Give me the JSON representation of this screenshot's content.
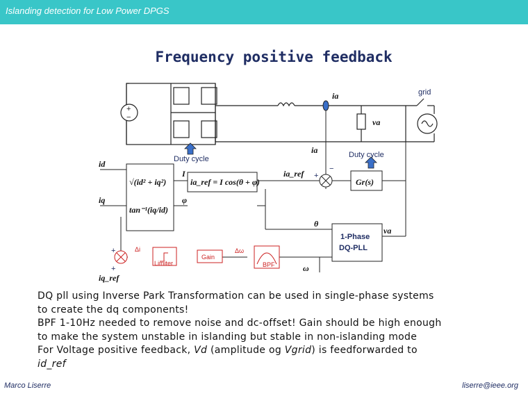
{
  "header": {
    "title": "Islanding detection for Low Power DPGS"
  },
  "slide": {
    "title": "Frequency positive feedback"
  },
  "diagram": {
    "labels": {
      "ia_top": "ia",
      "grid": "grid",
      "va_top": "va",
      "duty_cycle_1": "Duty cycle",
      "duty_cycle_2": "Duty cycle",
      "ia_mid": "ia",
      "id": "id",
      "iq": "iq",
      "I": "I",
      "phi": "φ",
      "ia_ref_out": "ia_ref",
      "ia_ref_eq": "ia_ref = I cos(θ + φ)",
      "sqrt": "√(id² + iq²)",
      "tan": "tan⁻¹(iq/id)",
      "gr": "Gr(s)",
      "theta": "θ",
      "va_pll": "va",
      "pll_line1": "1-Phase",
      "pll_line2": "DQ-PLL",
      "omega": "ω",
      "delta_i": "Δi",
      "limiter": "Limiter",
      "gain": "Gain",
      "delta_omega": "Δω",
      "bpf": "BPF",
      "iq_ref": "iq_ref",
      "plus1": "+",
      "plus2": "+",
      "minus1": "−",
      "plus3": "+"
    }
  },
  "body": {
    "line1": "DQ pll using Inverse Park Transformation can be used in single-phase systems",
    "line2": "to create the dq components!",
    "line3": "BPF 1-10Hz needed to remove noise and dc-offset! Gain should be high enough",
    "line4": "to make the system unstable in islanding but stable in non-islanding mode",
    "line5_a": "For Voltage positive feedback, ",
    "line5_vd": "Vd",
    "line5_b": "  (amplitude og ",
    "line5_vgrid": "Vgrid",
    "line5_c": ") is feedforwarded to",
    "line6": "id_ref"
  },
  "footer": {
    "author": "Marco Liserre",
    "email": "liserre@ieee.org"
  },
  "colors": {
    "header_bg": "#39c6c8",
    "title": "#1f2d63",
    "accent_red": "#cc2222",
    "accent_blue": "#3a6fc8"
  }
}
